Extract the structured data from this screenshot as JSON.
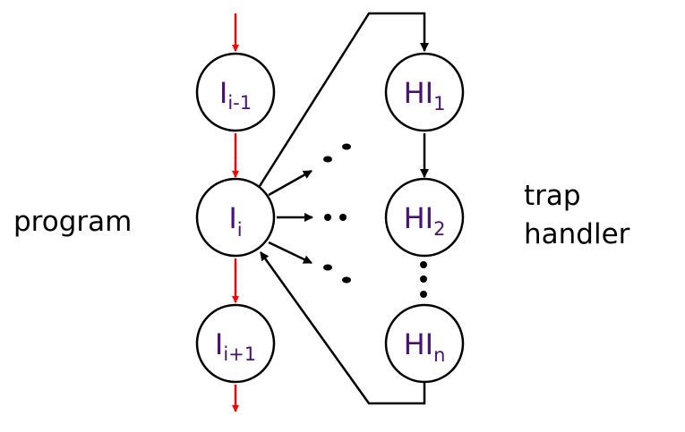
{
  "labels": {
    "program": "program",
    "trap_line1": "trap",
    "trap_line2": "handler"
  },
  "program_nodes": [
    {
      "main": "I",
      "sub": "i-1"
    },
    {
      "main": "I",
      "sub": "i"
    },
    {
      "main": "I",
      "sub": "i+1"
    }
  ],
  "handler_nodes": [
    {
      "main": "HI",
      "sub": "1"
    },
    {
      "main": "HI",
      "sub": "2"
    },
    {
      "main": "HI",
      "sub": "n"
    }
  ],
  "colors": {
    "node_text": "#4a1078",
    "program_flow": "#ff0000",
    "edges": "#000000"
  }
}
